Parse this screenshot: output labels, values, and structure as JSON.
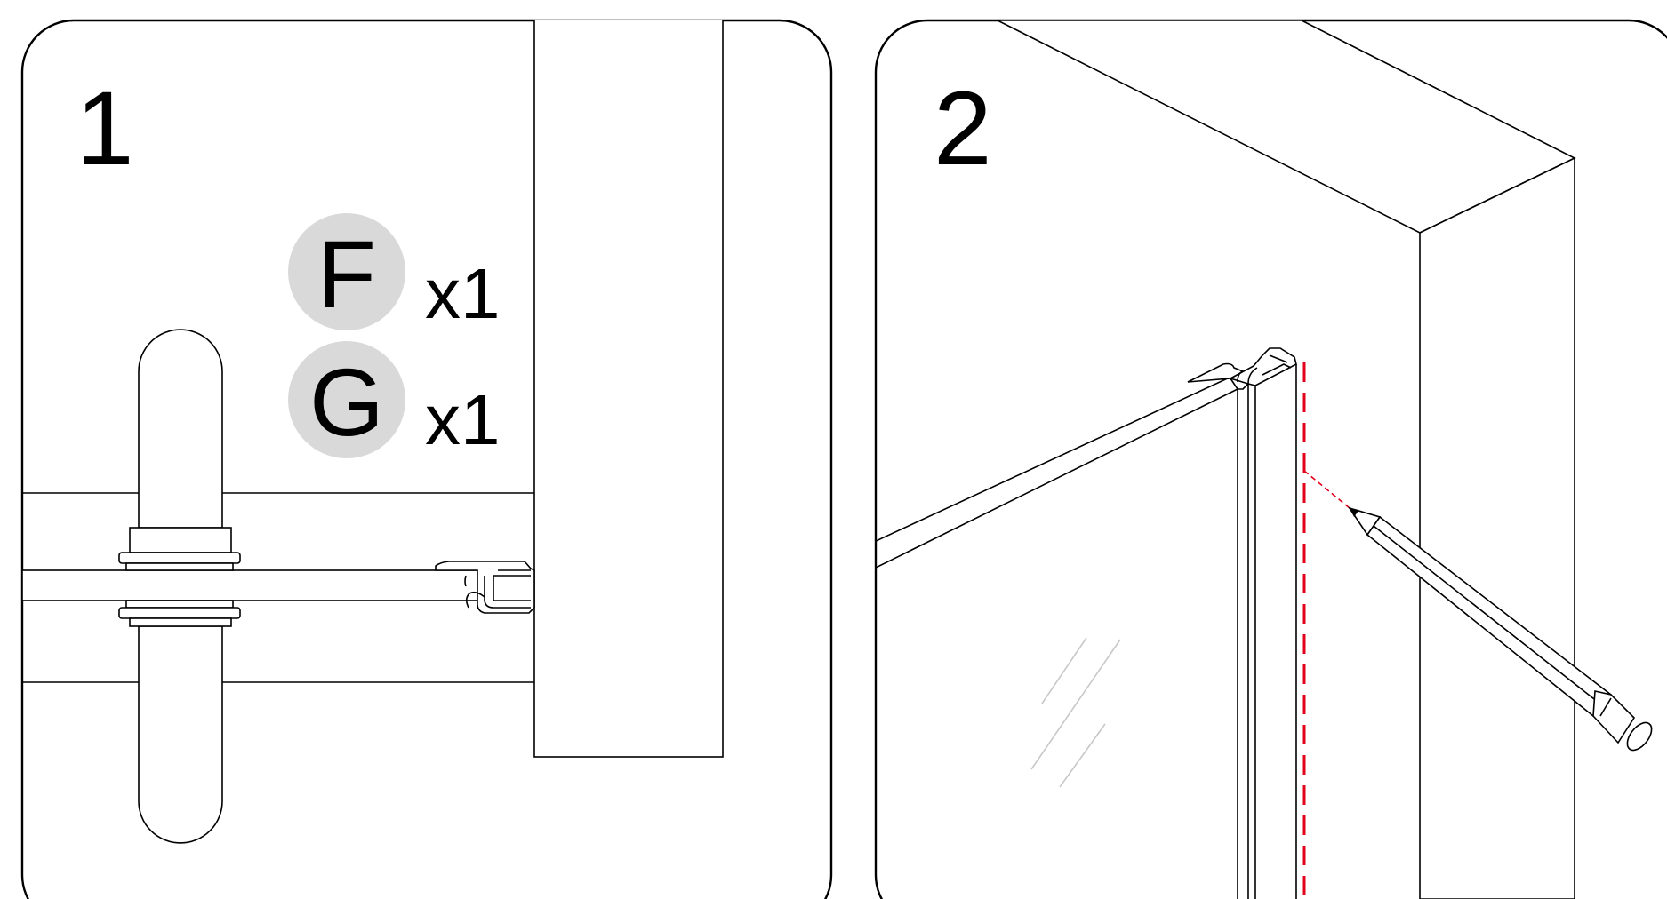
{
  "panels": [
    {
      "step": "1",
      "parts": [
        {
          "letter": "F",
          "quantity": "x1"
        },
        {
          "letter": "G",
          "quantity": "x1"
        }
      ]
    },
    {
      "step": "2"
    }
  ],
  "colors": {
    "line": "#000000",
    "badge_fill": "#d9d9d9",
    "marker_line": "#e2001a",
    "glass_hint": "#c8c8c8"
  },
  "icons": [
    "handle-icon",
    "seal-profile-icon",
    "pencil-icon"
  ]
}
